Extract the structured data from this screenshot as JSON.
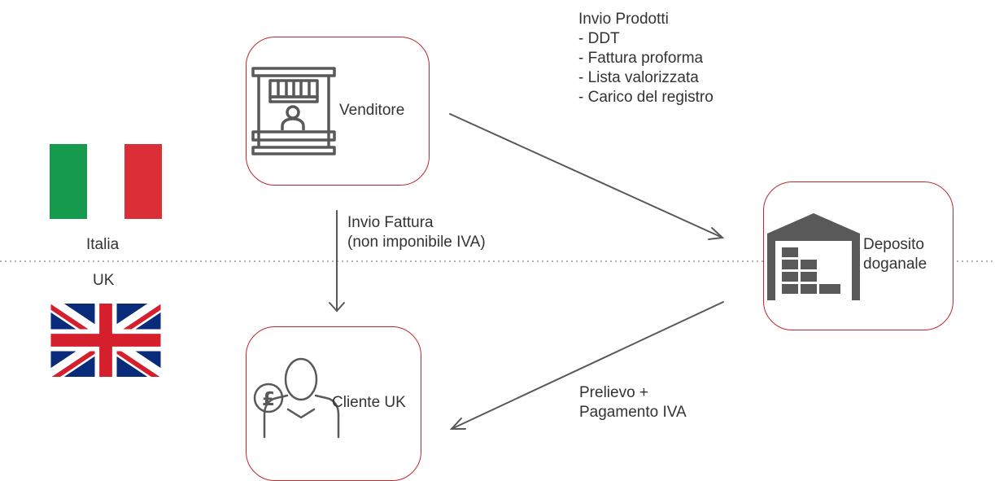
{
  "colors": {
    "node_border": "#b8282e",
    "arrow": "#595959",
    "icon": "#595959",
    "divider": "#9a9a9a",
    "italy_green": "#169b4e",
    "italy_white": "#ffffff",
    "italy_red": "#db2f37",
    "uk_blue": "#0a2a7a",
    "uk_red": "#d61f2c"
  },
  "nodes": {
    "seller": {
      "label": "Venditore",
      "icon": "market-stall-icon"
    },
    "warehouse": {
      "label_lines": [
        "Deposito",
        "doganale"
      ],
      "icon": "warehouse-icon"
    },
    "customer": {
      "label": "Cliente UK",
      "icon": "customer-pound-icon"
    }
  },
  "regions": {
    "italy": {
      "label": "Italia",
      "flag": "italy-flag"
    },
    "uk": {
      "label": "UK",
      "flag": "uk-flag"
    }
  },
  "edges": {
    "products": {
      "title": "Invio Prodotti",
      "items": [
        "- DDT",
        "- Fattura proforma",
        "- Lista valorizzata",
        "- Carico del registro"
      ]
    },
    "invoice": {
      "lines": [
        "Invio Fattura",
        "(non imponibile IVA)"
      ]
    },
    "pickup": {
      "lines": [
        "Prelievo +",
        "Pagamento IVA"
      ]
    }
  }
}
